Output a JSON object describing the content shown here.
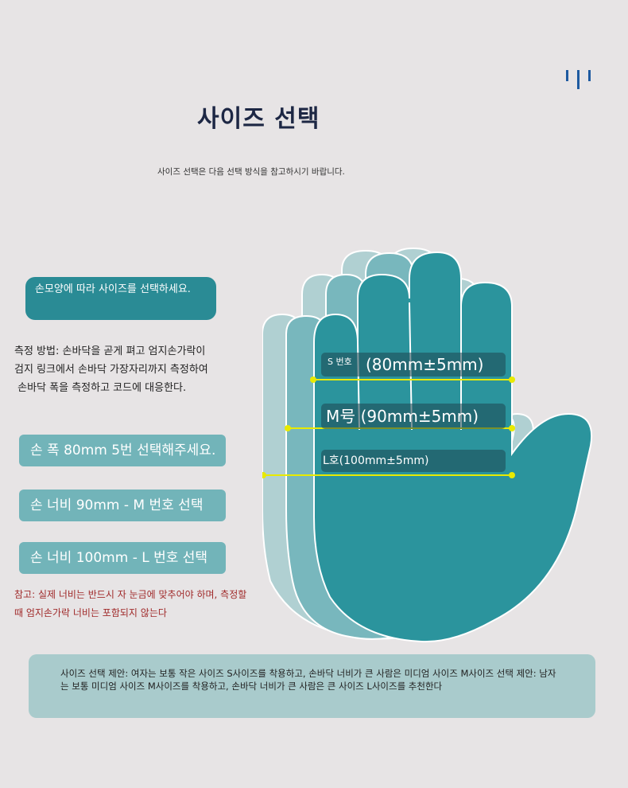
{
  "header": {
    "title": "사이즈 선택",
    "subtitle": "사이즈 선택은 다음 선택 방식을 참고하시기 바랍니다."
  },
  "left_panel": {
    "hand_shape_pill": "손모양에 따라 사이즈를 선택하세요.",
    "method_lines": [
      "측정 방법: 손바닥을 곧게 펴고 엄지손가락이",
      "검지 링크에서 손바닥 가장자리까지 측정하여",
      " 손바닥 폭을 측정하고 코드에 대응한다."
    ],
    "options": [
      "손 폭 80mm 5번 선택해주세요.",
      "손 너비 90mm - M 번호 선택",
      "손 너비 100mm - L 번호 선택"
    ],
    "note_lines": [
      "참고: 실제 너비는 반드시 자 눈금에 맞추어야 하며, 측정할",
      "때 엄지손가락 너비는 포함되지 않는다"
    ]
  },
  "hand_graphic": {
    "s_label_prefix": "S 번호",
    "s_label_value": "(80mm±5mm)",
    "m_label": "M号 (90mm±5mm)",
    "l_label": "L호(100mm±5mm)",
    "colors": {
      "large_hand": "#b0d0d2",
      "medium_hand": "#78b7bd",
      "small_hand": "#2b949d",
      "measure_line": "#e8ea00"
    }
  },
  "suggestion": {
    "text": "사이즈 선택 제안: 여자는 보통 작은 사이즈 S사이즈를 착용하고, 손바닥 너비가 큰 사람은 미디엄 사이즈 M사이즈 선택 제안: 남자는 보통 미디엄 사이즈 M사이즈를 착용하고, 손바닥 너비가 큰 사람은 큰 사이즈 L사이즈를 추천한다"
  }
}
